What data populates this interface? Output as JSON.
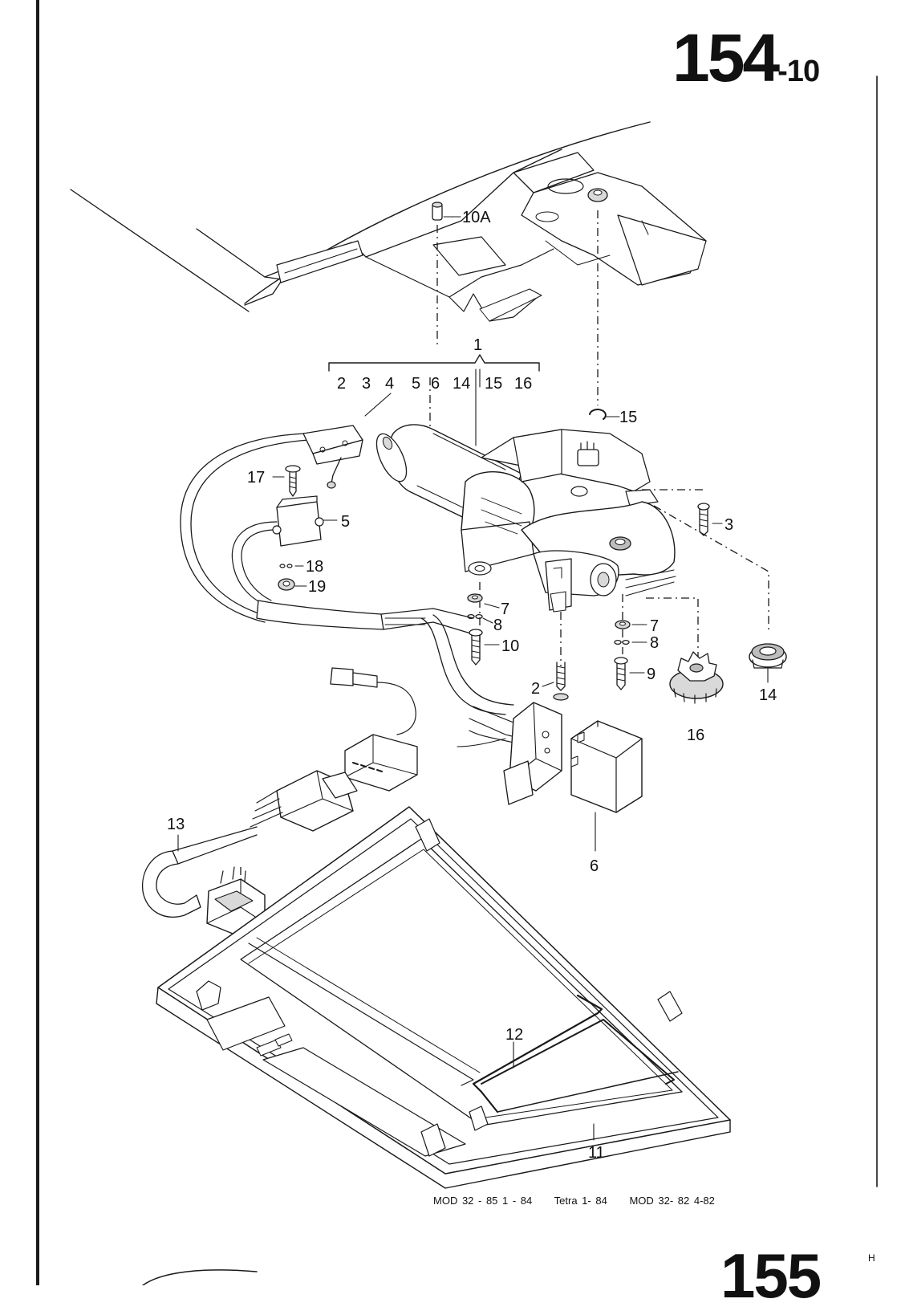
{
  "page": {
    "number": "154",
    "suffix": "-10",
    "next_page": "155",
    "corner_mark": "H"
  },
  "footer": {
    "items": [
      "MOD 32 - 85   1 - 84",
      "Tetra  1- 84",
      "MOD 32- 82  4-82"
    ]
  },
  "group": {
    "label": "1",
    "members": [
      "2",
      "3",
      "4",
      "5",
      "6",
      "14",
      "15",
      "16"
    ]
  },
  "callouts": {
    "c10a": "10A",
    "c15": "15",
    "c17": "17",
    "c5": "5",
    "c3": "3",
    "c18": "18",
    "c19": "19",
    "c7a": "7",
    "c8a": "8",
    "c10": "10",
    "c2": "2",
    "c7b": "7",
    "c8b": "8",
    "c9": "9",
    "c14": "14",
    "c16": "16",
    "c13": "13",
    "c6": "6",
    "c12": "12",
    "c11": "11"
  }
}
